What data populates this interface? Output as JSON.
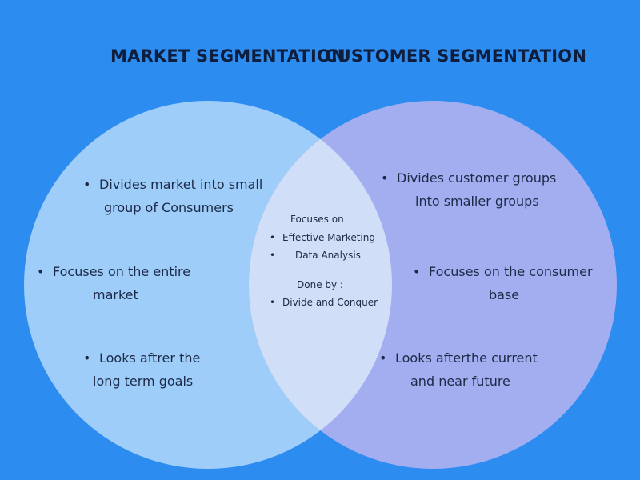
{
  "titles": {
    "left": "MARKET SEGMENTATION",
    "right": "CUSTOMER SEGMENTATION"
  },
  "colors": {
    "background": "#2d8cf0",
    "left_circle": "#9fcdf9",
    "right_circle": "#a3aef0",
    "overlap": "#d1def8"
  },
  "market": {
    "point1_line1": "Divides market into small",
    "point1_line2": "group of Consumers",
    "point2_line1": "Focuses on the entire",
    "point2_line2": "market",
    "point3_line1": "Looks aftrer the",
    "point3_line2": "long term goals"
  },
  "customer": {
    "point1_line1": "Divides customer groups",
    "point1_line2": "into smaller groups",
    "point2_line1": "Focuses on the consumer",
    "point2_line2": "base",
    "point3_line1": "Looks afterthe current",
    "point3_line2": "and near future"
  },
  "overlap": {
    "focuses_heading": "Focuses on",
    "focus1": "Effective Marketing",
    "focus2": "Data Analysis",
    "doneby_heading": "Done by :",
    "doneby1": "Divide and Conquer"
  },
  "bullet": "•"
}
